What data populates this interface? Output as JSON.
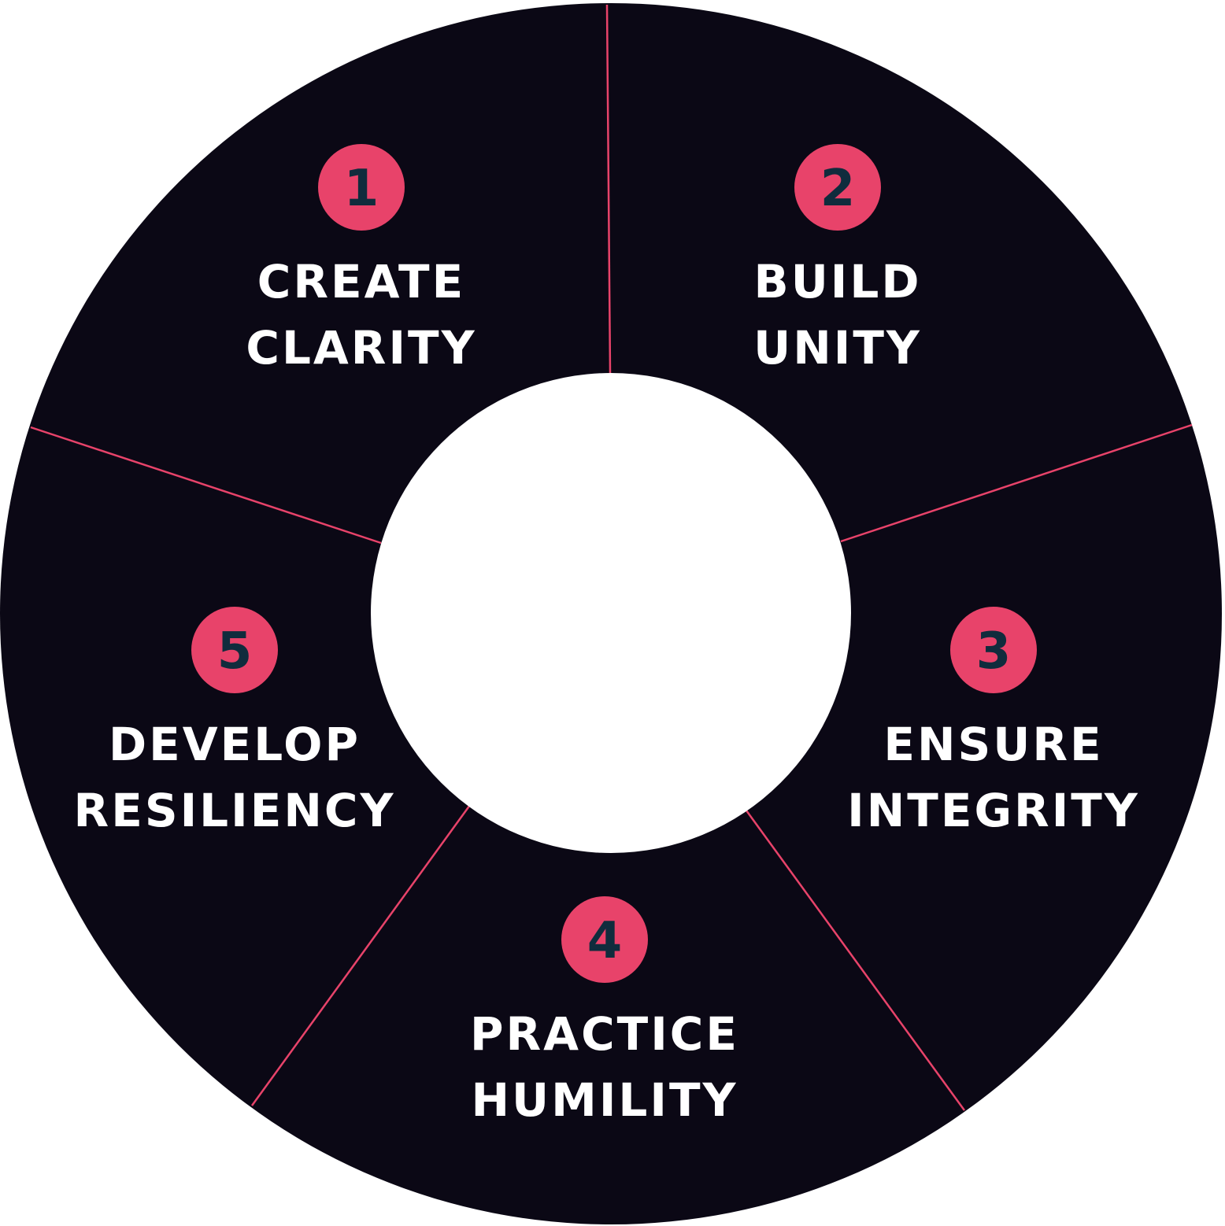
{
  "colors": {
    "ring": "#0b0815",
    "divider": "#e8436a",
    "badge": "#e8436a",
    "badge_number": "#102c3d",
    "label": "#ffffff",
    "center": "#ffffff"
  },
  "segments": [
    {
      "number": "1",
      "line1": "CREATE",
      "line2": "CLARITY"
    },
    {
      "number": "2",
      "line1": "BUILD",
      "line2": "UNITY"
    },
    {
      "number": "3",
      "line1": "ENSURE",
      "line2": "INTEGRITY"
    },
    {
      "number": "4",
      "line1": "PRACTICE",
      "line2": "HUMILITY"
    },
    {
      "number": "5",
      "line1": "DEVELOP",
      "line2": "RESILIENCY"
    }
  ]
}
